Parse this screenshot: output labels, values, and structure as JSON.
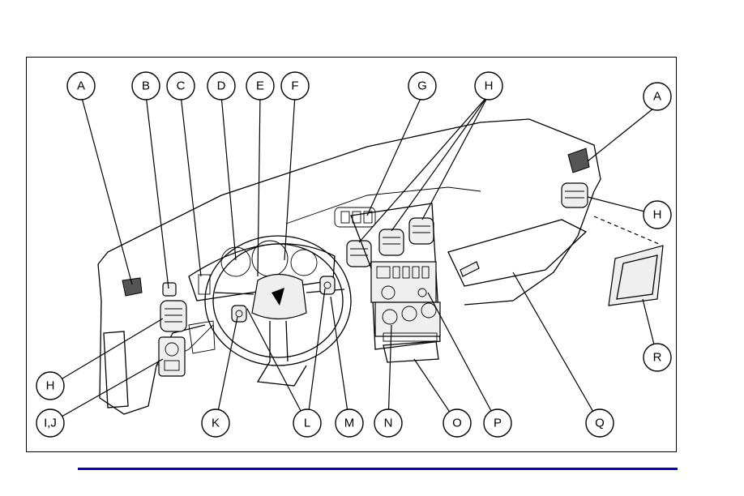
{
  "callouts": {
    "a_left": "A",
    "b": "B",
    "c": "C",
    "d": "D",
    "e": "E",
    "f": "F",
    "g": "G",
    "h_top": "H",
    "a_right": "A",
    "h_right": "H",
    "h_left": "H",
    "ij": "I,J",
    "k": "K",
    "l": "L",
    "m": "M",
    "n": "N",
    "o": "O",
    "p": "P",
    "q": "Q",
    "r": "R"
  },
  "colors": {
    "bottom_rule": "#0000cc",
    "line_art": "#000000"
  }
}
